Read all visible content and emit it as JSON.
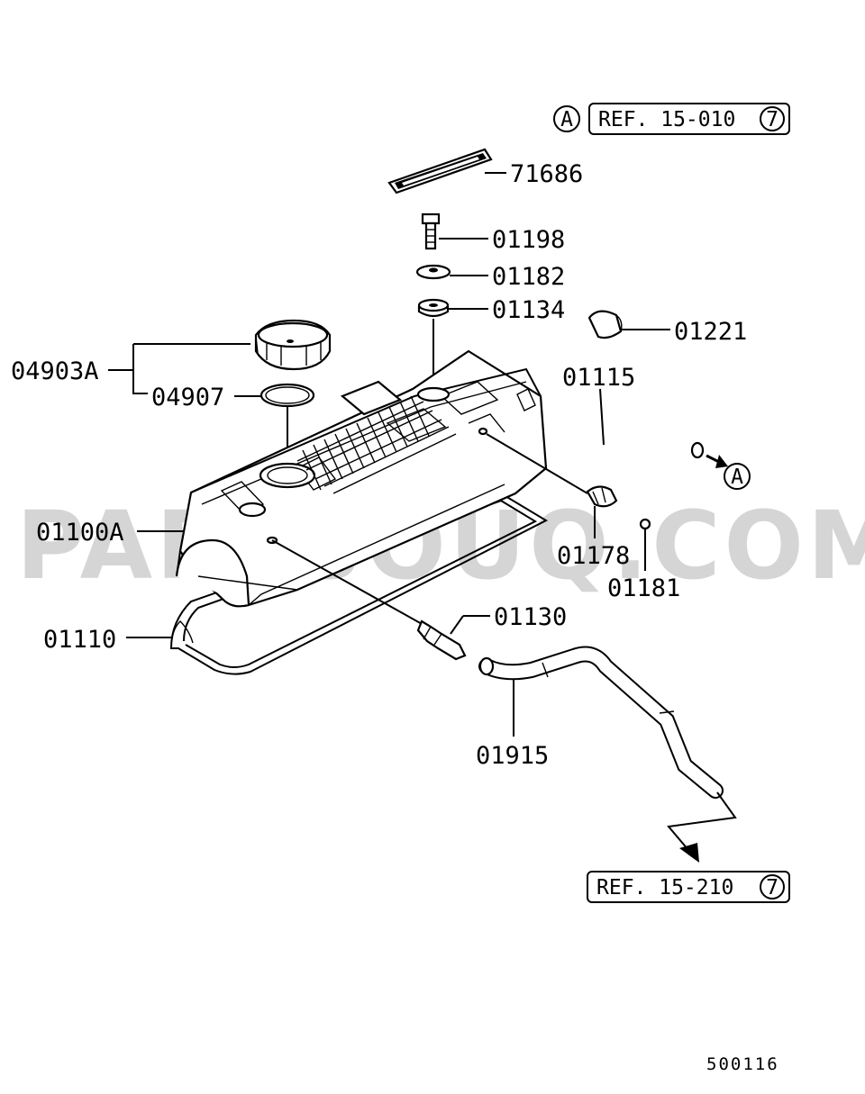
{
  "watermark": "PARTSOUQ.COM",
  "diagram_code": "500116",
  "references": {
    "top": {
      "marker": "A",
      "text": "REF. 15-010",
      "circle": "7"
    },
    "bottom": {
      "text": "REF. 15-210",
      "circle": "7"
    },
    "hose_arrow_marker": "A"
  },
  "labels": {
    "p71686": "71686",
    "p01198": "01198",
    "p01182": "01182",
    "p01134": "01134",
    "p01221": "01221",
    "p04903A": "04903A",
    "p04907": "04907",
    "p01115": "01115",
    "p01100A": "01100A",
    "p01178": "01178",
    "p01181": "01181",
    "p01110": "01110",
    "p01130": "01130",
    "p01915": "01915"
  }
}
